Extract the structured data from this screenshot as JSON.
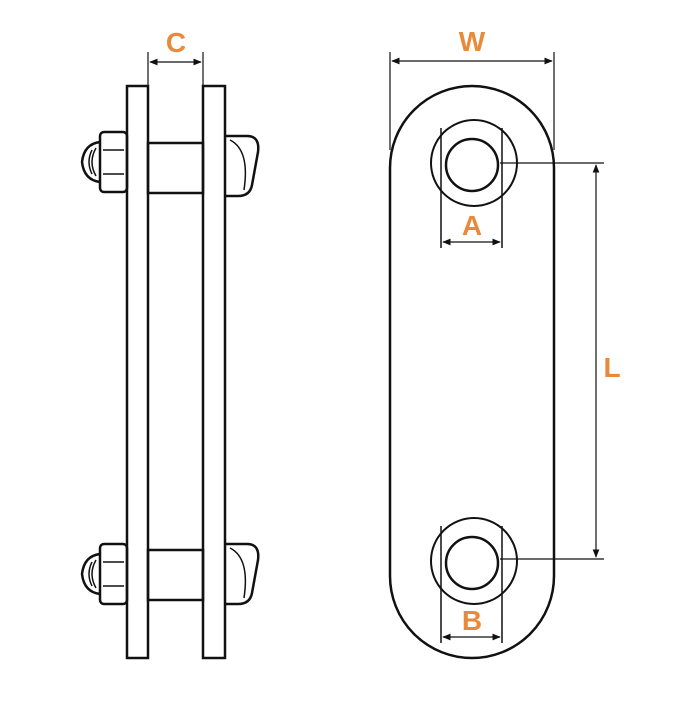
{
  "colors": {
    "label": "#E98A3A",
    "stroke": "#111111",
    "background": "#ffffff"
  },
  "dimensions": {
    "c": "C",
    "w": "W",
    "a": "A",
    "b": "B",
    "l": "L"
  }
}
